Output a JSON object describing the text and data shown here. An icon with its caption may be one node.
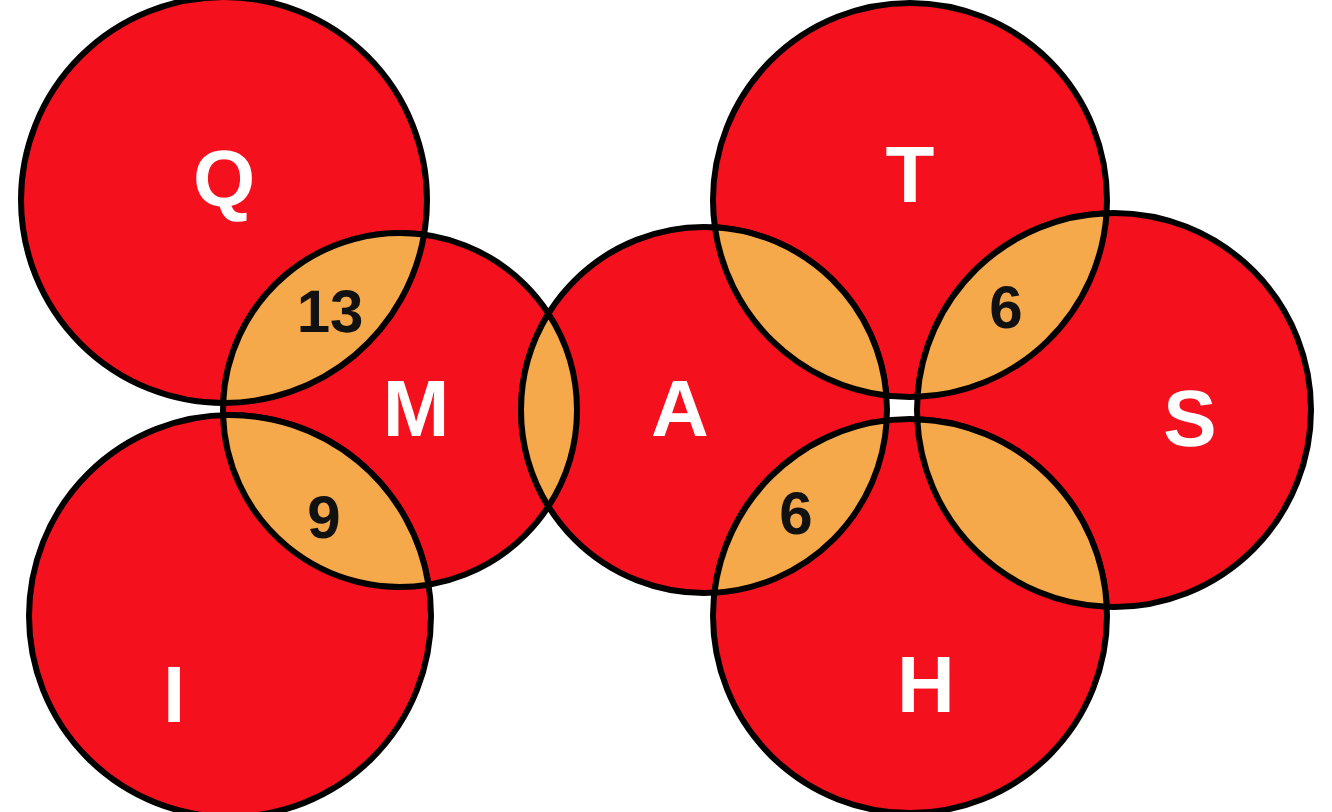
{
  "diagram": {
    "nodes": [
      {
        "text": [
          "Q"
        ]
      },
      {
        "text": [
          "T"
        ]
      },
      {
        "text": [
          "M"
        ]
      },
      {
        "text": [
          "A"
        ]
      },
      {
        "text": [
          "S"
        ]
      },
      {
        "text": [
          "I"
        ]
      },
      {
        "text": [
          "H"
        ]
      }
    ],
    "labels": [
      "13",
      "6",
      "9",
      "6"
    ]
  }
}
